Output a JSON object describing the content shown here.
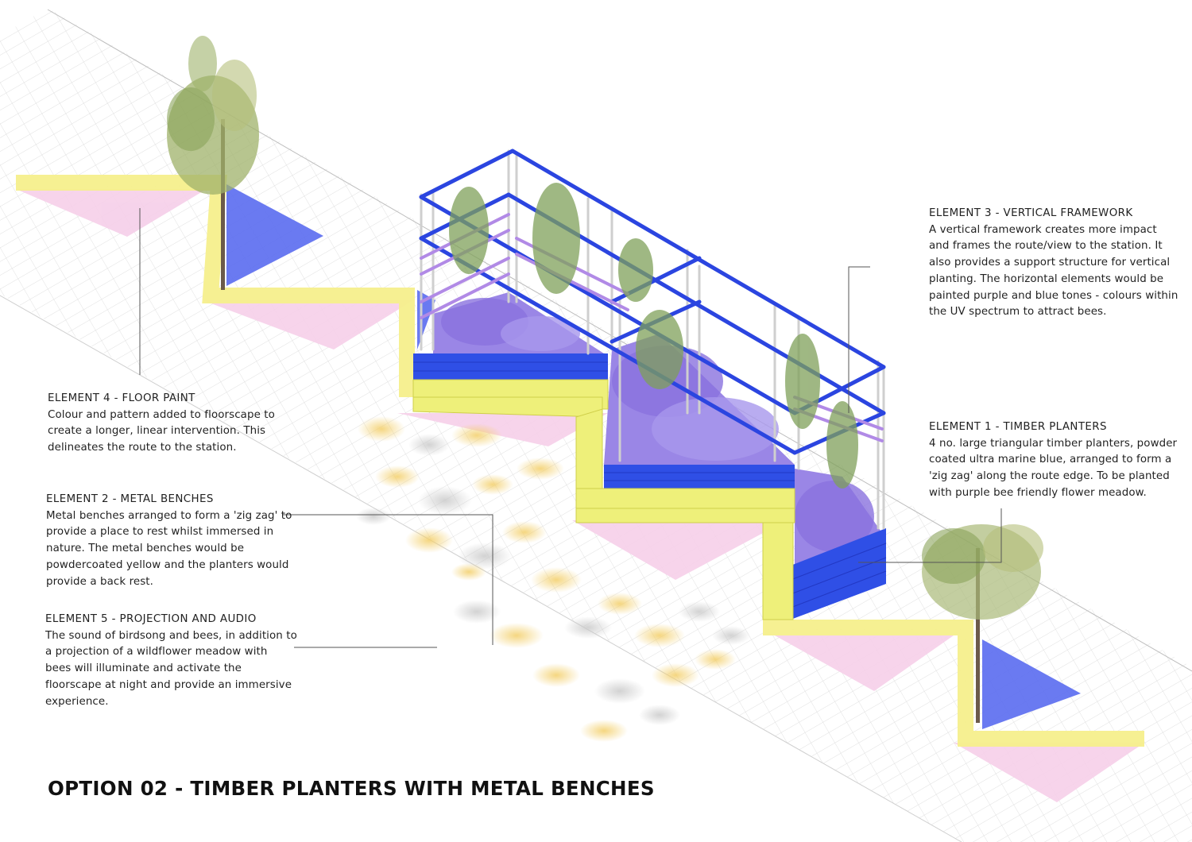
{
  "title": "OPTION 02 - TIMBER PLANTERS WITH METAL BENCHES",
  "elements": [
    {
      "heading": "ELEMENT 3 - VERTICAL FRAMEWORK",
      "body": "A vertical framework creates more impact\nand frames the route/view to the station. It\nalso provides a support structure for vertical\nplanting.  The horizontal elements would be\npainted purple and blue tones - colours within\nthe UV spectrum to attract bees."
    },
    {
      "heading": "ELEMENT 4 - FLOOR PAINT",
      "body": "Colour and pattern added to floorscape to\ncreate a longer, linear intervention.  This\ndelineates the route to the station."
    },
    {
      "heading": "ELEMENT 1 - TIMBER PLANTERS",
      "body": "4 no. large triangular timber planters, powder\ncoated ultra marine blue, arranged to form a\n'zig zag' along the route edge.  To be planted\nwith purple bee friendly flower meadow."
    },
    {
      "heading": "ELEMENT 2 - METAL BENCHES",
      "body": "Metal benches arranged to form a 'zig zag' to\nprovide a place to rest whilst immersed in\nnature.  The metal benches would be\npowdercoated yellow and the planters would\nprovide a back rest."
    },
    {
      "heading": "ELEMENT 5 - PROJECTION AND AUDIO",
      "body": "The sound of birdsong and bees, in addition to\na projection of a wildflower meadow with\nbees will illuminate and activate the\nfloorscape  at night and provide an immersive\nexperience."
    }
  ],
  "colors": {
    "floor_grid": "#d9d9d9",
    "yellow_paint": "#f5ef8c",
    "pink_paint": "#f6cfe9",
    "blue_paint": "#5a6cf0",
    "planter_blue": "#2f4fe6",
    "bench_yellow": "#eef07a",
    "frame_blue": "#2b45e0",
    "frame_purple": "#b18ae6",
    "flowers": "#9a86e6",
    "foliage": "#7fa05a",
    "projection": "#f2d27a"
  }
}
